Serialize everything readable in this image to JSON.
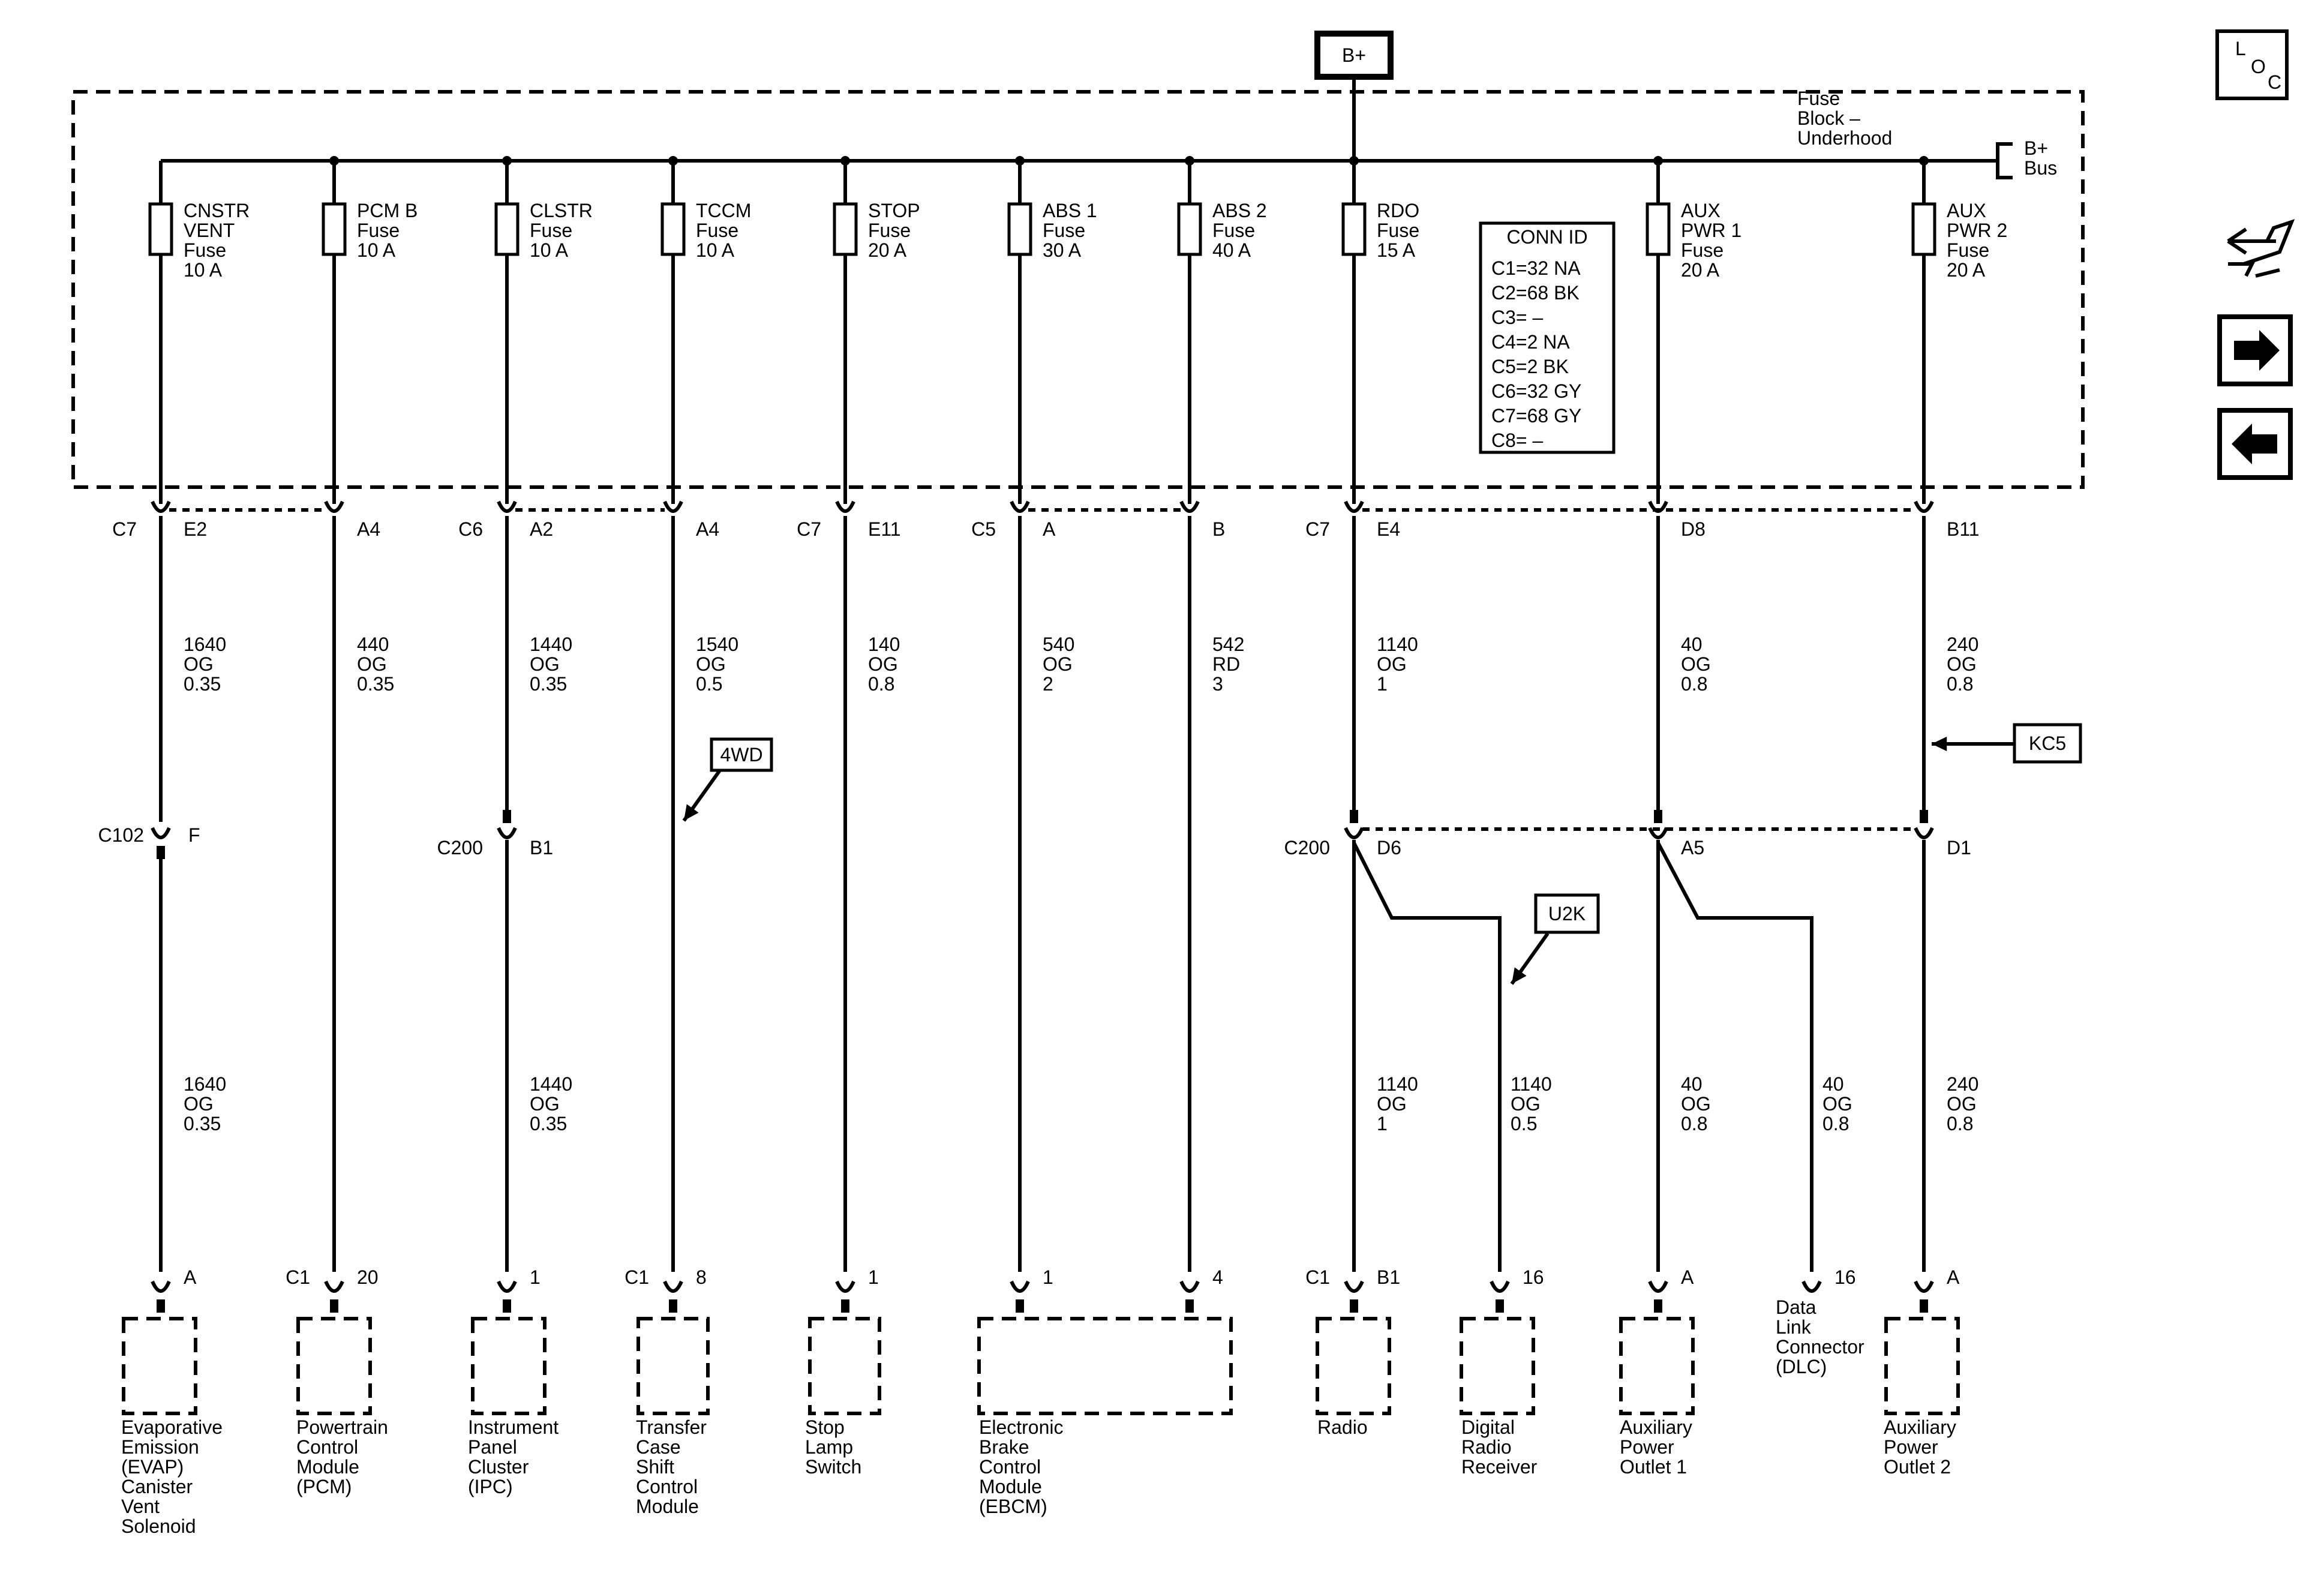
{
  "power": {
    "label": "B+"
  },
  "fuse_block": {
    "title_lines": [
      "Fuse",
      "Block –",
      "Underhood"
    ],
    "bus_lines": [
      "B+",
      "Bus"
    ]
  },
  "conn_table": {
    "title": "CONN ID",
    "rows": [
      "C1=32 NA",
      "C2=68 BK",
      "C3= –",
      "C4=2 NA",
      "C5=2 BK",
      "C6=32 GY",
      "C7=68 GY",
      "C8= –"
    ]
  },
  "loc_icon": {
    "letters": [
      "L",
      "O",
      "C"
    ],
    "icon": "loc-icon"
  },
  "side_icons": [
    "service-tool-icon",
    "next-page-arrow-icon",
    "previous-page-arrow-icon"
  ],
  "option_labels": {
    "fwd": "4WD",
    "kc5": "KC5",
    "u2k": "U2K"
  },
  "fuses": [
    {
      "lines": [
        "CNSTR",
        "VENT",
        "Fuse",
        "10 A"
      ]
    },
    {
      "lines": [
        "PCM B",
        "Fuse",
        "10 A"
      ]
    },
    {
      "lines": [
        "CLSTR",
        "Fuse",
        "10 A"
      ]
    },
    {
      "lines": [
        "TCCM",
        "Fuse",
        "10 A"
      ]
    },
    {
      "lines": [
        "STOP",
        "Fuse",
        "20 A"
      ]
    },
    {
      "lines": [
        "ABS 1",
        "Fuse",
        "30 A"
      ]
    },
    {
      "lines": [
        "ABS 2",
        "Fuse",
        "40 A"
      ]
    },
    {
      "lines": [
        "RDO",
        "Fuse",
        "15 A"
      ]
    },
    {
      "lines": [
        "AUX",
        "PWR 1",
        "Fuse",
        "20 A"
      ]
    },
    {
      "lines": [
        "AUX",
        "PWR 2",
        "Fuse",
        "20 A"
      ]
    }
  ],
  "block_pins": [
    {
      "conn": "C7",
      "pin": "E2"
    },
    {
      "conn": "",
      "pin": "A4"
    },
    {
      "conn": "C6",
      "pin": "A2"
    },
    {
      "conn": "",
      "pin": "A4"
    },
    {
      "conn": "C7",
      "pin": "E11"
    },
    {
      "conn": "C5",
      "pin": "A"
    },
    {
      "conn": "",
      "pin": "B"
    },
    {
      "conn": "C7",
      "pin": "E4"
    },
    {
      "conn": "",
      "pin": "D8"
    },
    {
      "conn": "",
      "pin": "B11"
    }
  ],
  "wires_upper": [
    [
      "1640",
      "OG",
      "0.35"
    ],
    [
      "440",
      "OG",
      "0.35"
    ],
    [
      "1440",
      "OG",
      "0.35"
    ],
    [
      "1540",
      "OG",
      "0.5"
    ],
    [
      "140",
      "OG",
      "0.8"
    ],
    [
      "540",
      "OG",
      "2"
    ],
    [
      "542",
      "RD",
      "3"
    ],
    [
      "1140",
      "OG",
      "1"
    ],
    [
      "40",
      "OG",
      "0.8"
    ],
    [
      "240",
      "OG",
      "0.8"
    ]
  ],
  "inline_connectors": [
    {
      "conn": "C102",
      "pin": "F"
    },
    {
      "conn": "C200",
      "pin": "B1"
    },
    {
      "conn": "C200",
      "pin": "D6"
    },
    {
      "conn": "",
      "pin": "A5"
    },
    {
      "conn": "",
      "pin": "D1"
    }
  ],
  "wires_lower": [
    [
      "1640",
      "OG",
      "0.35"
    ],
    [
      "1440",
      "OG",
      "0.35"
    ],
    [
      "1140",
      "OG",
      "1"
    ],
    [
      "1140",
      "OG",
      "0.5"
    ],
    [
      "40",
      "OG",
      "0.8"
    ],
    [
      "40",
      "OG",
      "0.8"
    ],
    [
      "240",
      "OG",
      "0.8"
    ]
  ],
  "component_pins": [
    {
      "conn": "",
      "pin": "A"
    },
    {
      "conn": "C1",
      "pin": "20"
    },
    {
      "conn": "",
      "pin": "1"
    },
    {
      "conn": "C1",
      "pin": "8"
    },
    {
      "conn": "",
      "pin": "1"
    },
    {
      "conn": "",
      "pin": "1"
    },
    {
      "conn": "",
      "pin": "4"
    },
    {
      "conn": "C1",
      "pin": "B1"
    },
    {
      "conn": "",
      "pin": "16"
    },
    {
      "conn": "",
      "pin": "A"
    },
    {
      "conn": "",
      "pin": "16"
    },
    {
      "conn": "",
      "pin": "A"
    }
  ],
  "components": [
    [
      "Evaporative",
      "Emission",
      "(EVAP)",
      "Canister",
      "Vent",
      "Solenoid"
    ],
    [
      "Powertrain",
      "Control",
      "Module",
      "(PCM)"
    ],
    [
      "Instrument",
      "Panel",
      "Cluster",
      "(IPC)"
    ],
    [
      "Transfer",
      "Case",
      "Shift",
      "Control",
      "Module"
    ],
    [
      "Stop",
      "Lamp",
      "Switch"
    ],
    [
      "Electronic",
      "Brake",
      "Control",
      "Module",
      "(EBCM)"
    ],
    [
      "Radio"
    ],
    [
      "Digital",
      "Radio",
      "Receiver"
    ],
    [
      "Data",
      "Link",
      "Connector",
      "(DLC)"
    ],
    [
      "Auxiliary",
      "Power",
      "Outlet 1"
    ],
    [
      "Auxiliary",
      "Power",
      "Outlet 2"
    ]
  ]
}
